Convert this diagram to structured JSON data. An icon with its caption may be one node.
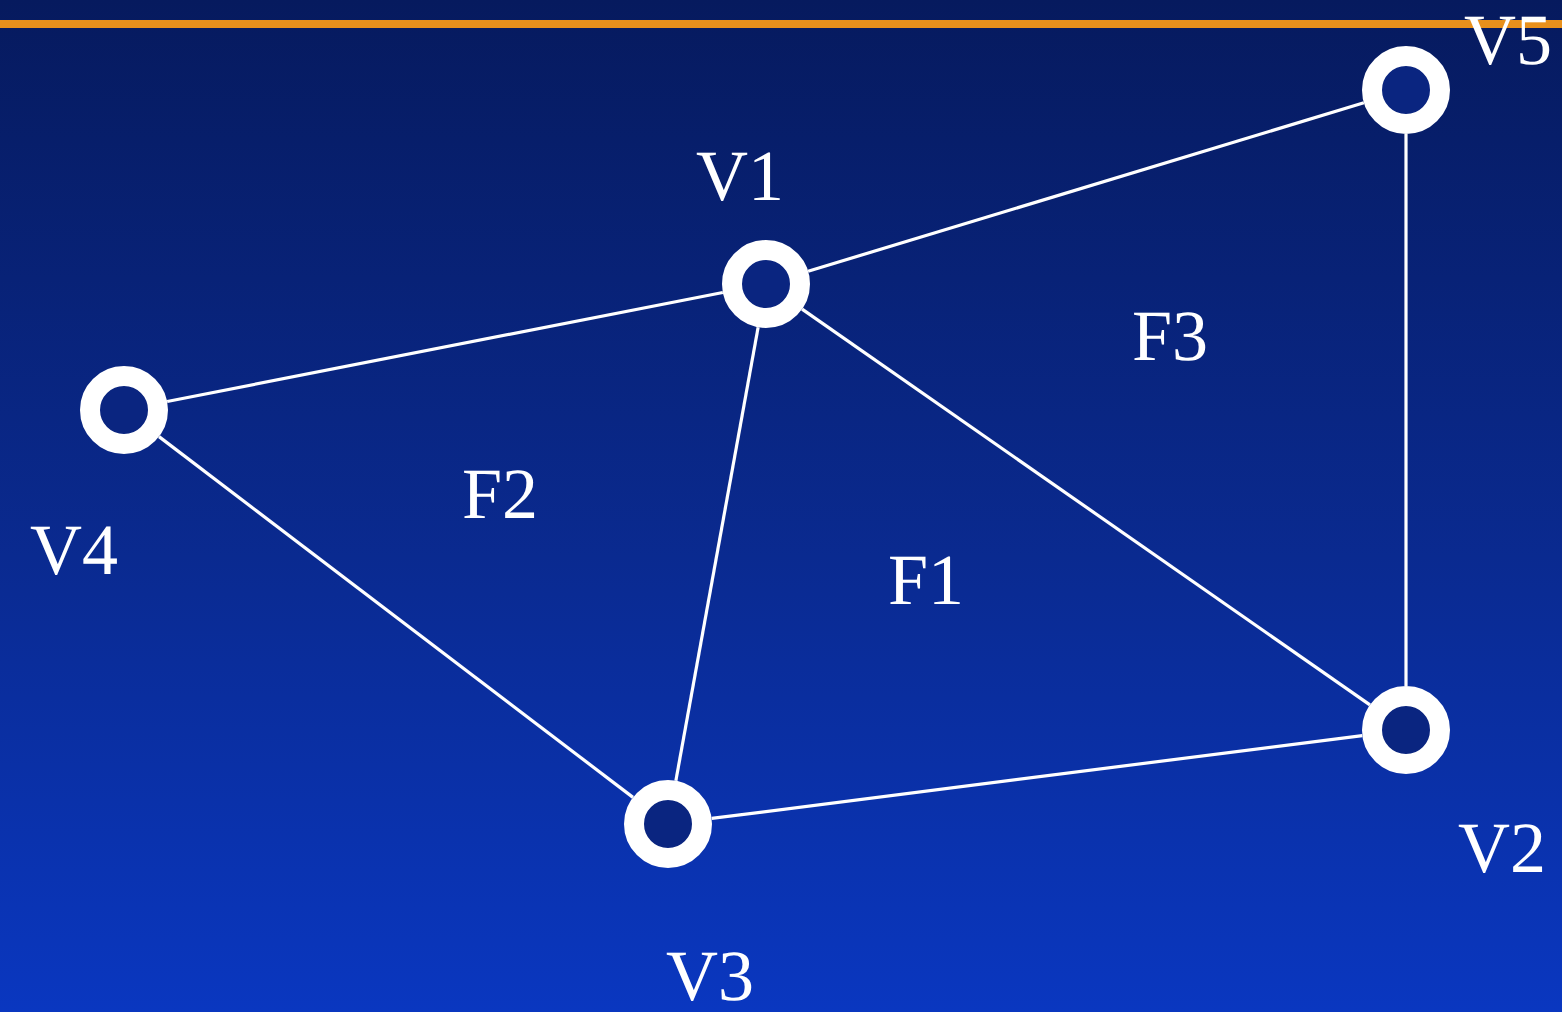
{
  "diagram": {
    "nodes": [
      {
        "text": [],
        "shape": "circle",
        "beside": [
          "V5"
        ]
      },
      {
        "text": [],
        "shape": "circle",
        "beside": [
          "V1"
        ]
      },
      {
        "text": [],
        "shape": "circle",
        "beside": [
          "V4"
        ]
      },
      {
        "text": [],
        "shape": "circle",
        "beside": [
          "V2"
        ]
      },
      {
        "text": [],
        "shape": "circle",
        "beside": [
          "V3"
        ]
      }
    ],
    "edges": [
      {
        "from": 1,
        "to": 0,
        "arrow": "none"
      },
      {
        "from": 1,
        "to": 2,
        "arrow": "none"
      },
      {
        "from": 1,
        "to": 4,
        "arrow": "none"
      },
      {
        "from": 1,
        "to": 3,
        "arrow": "none"
      },
      {
        "from": 2,
        "to": 4,
        "arrow": "none"
      },
      {
        "from": 4,
        "to": 3,
        "arrow": "none"
      },
      {
        "from": 0,
        "to": 3,
        "arrow": "none"
      }
    ],
    "labels": [
      "F3",
      "F2",
      "F1"
    ]
  }
}
